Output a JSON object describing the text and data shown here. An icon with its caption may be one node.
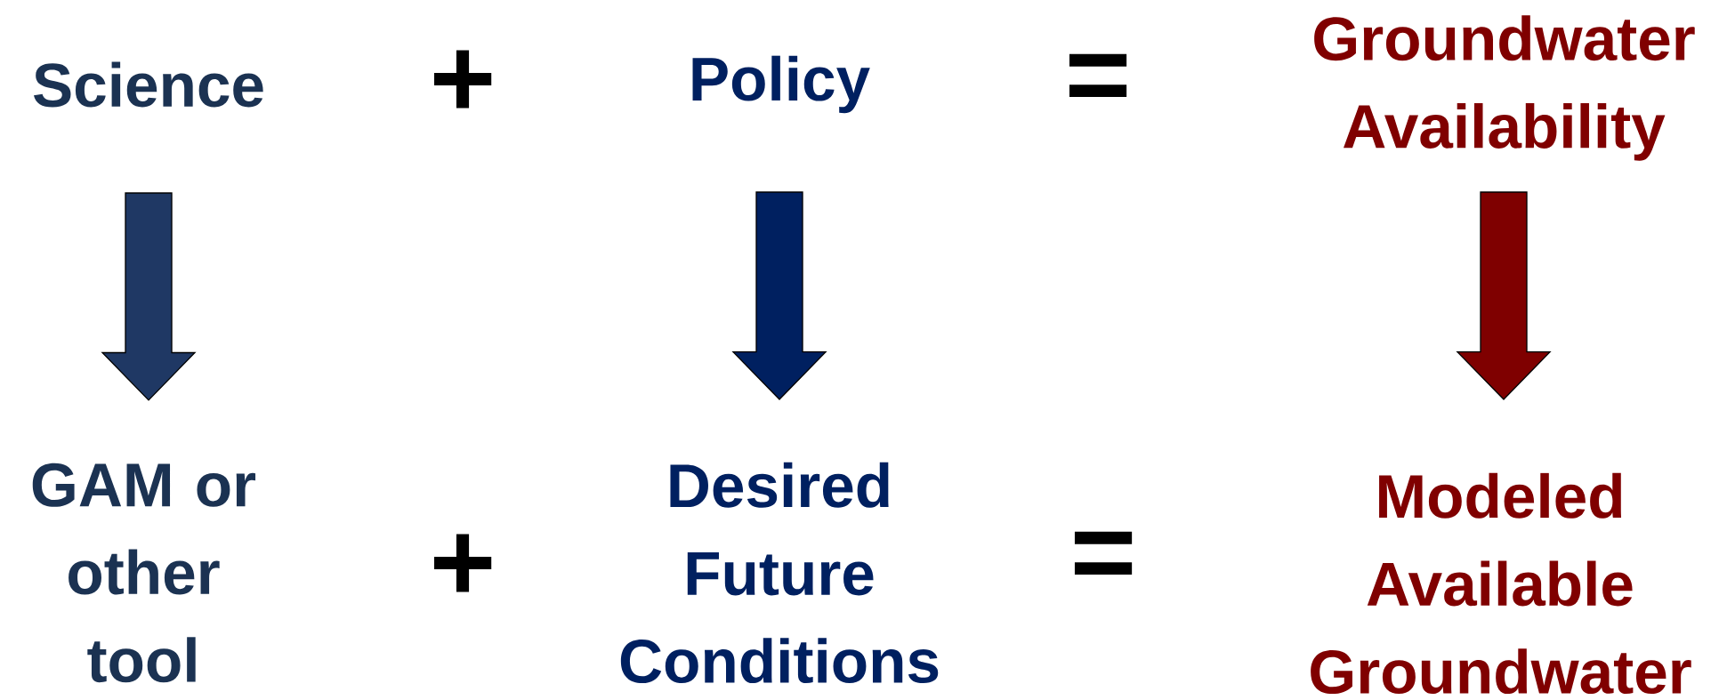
{
  "diagram": {
    "nodes": [
      {
        "text": [
          "Science"
        ]
      },
      {
        "text": [
          "Policy"
        ]
      },
      {
        "text": [
          "Groundwater Availability"
        ]
      },
      {
        "text": [
          "GAM or other tool"
        ]
      },
      {
        "text": [
          "Desired Future Conditions"
        ]
      },
      {
        "text": [
          "Modeled Available Groundwater"
        ]
      }
    ],
    "edges": [
      {
        "from": 0,
        "to": 3,
        "arrow": "to",
        "color": "#1f3864"
      },
      {
        "from": 1,
        "to": 4,
        "arrow": "to",
        "color": "#002060"
      },
      {
        "from": 2,
        "to": 5,
        "arrow": "to",
        "color": "#7f0000"
      }
    ],
    "labels": [
      "+",
      "=",
      "+",
      "="
    ]
  }
}
